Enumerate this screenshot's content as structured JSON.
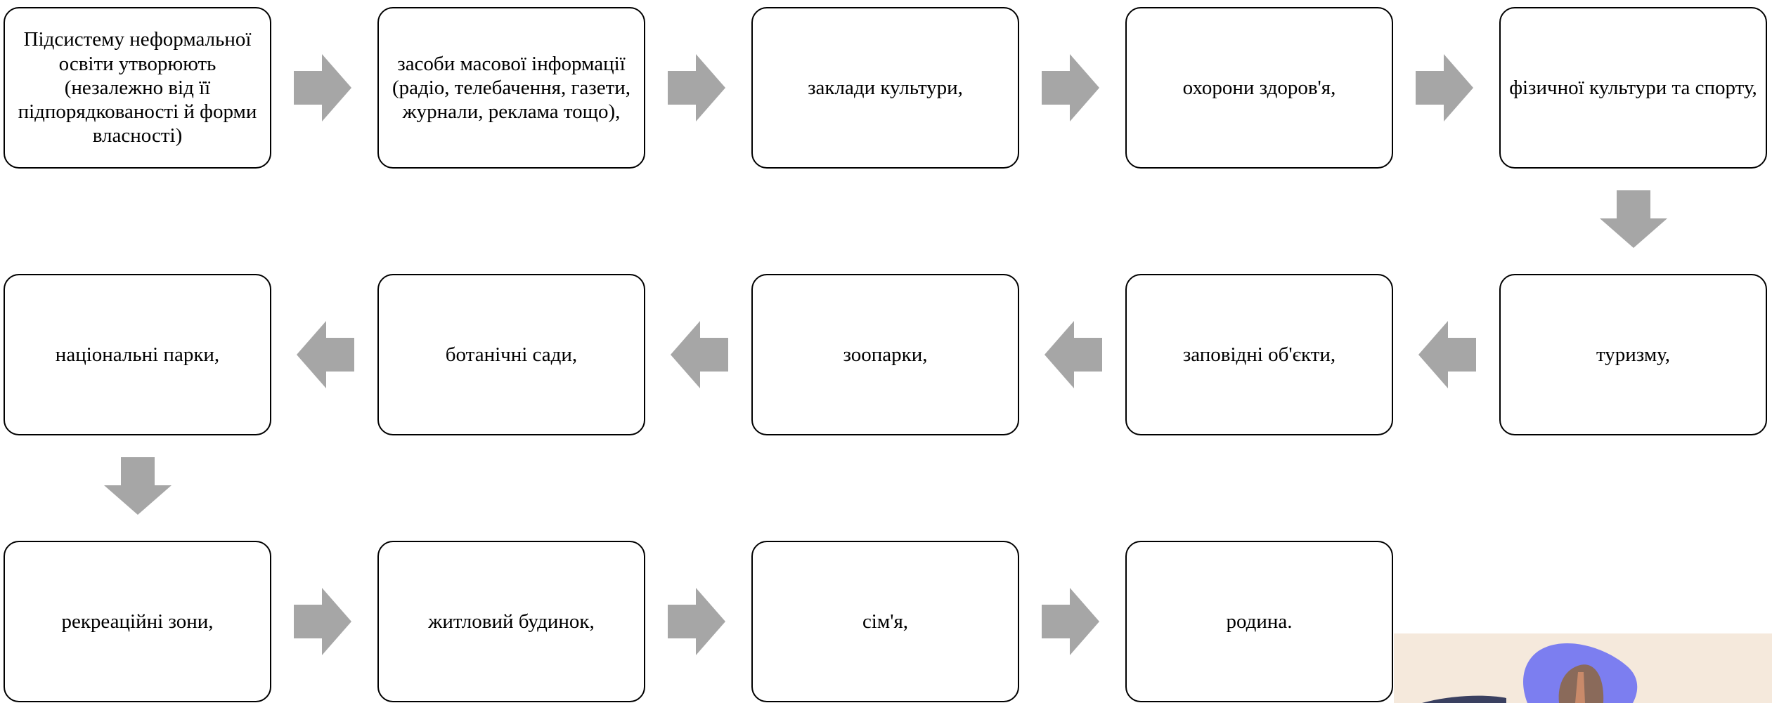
{
  "diagram": {
    "boxes": [
      {
        "id": "b1",
        "text": "Підсистему неформальної освіти утворюють (незалежно від її підпорядкованості й форми власності)"
      },
      {
        "id": "b2",
        "text": "засоби масової інформації (радіо, телебачення, газети, журнали, реклама тощо),"
      },
      {
        "id": "b3",
        "text": "заклади культури,"
      },
      {
        "id": "b4",
        "text": "охорони здоров'я,"
      },
      {
        "id": "b5",
        "text": "фізичної культури та спорту,"
      },
      {
        "id": "b6",
        "text": "туризму,"
      },
      {
        "id": "b7",
        "text": "заповідні об'єкти,"
      },
      {
        "id": "b8",
        "text": "зоопарки,"
      },
      {
        "id": "b9",
        "text": "ботанічні сади,"
      },
      {
        "id": "b10",
        "text": "національні парки,"
      },
      {
        "id": "b11",
        "text": "рекреаційні зони,"
      },
      {
        "id": "b12",
        "text": "житловий будинок,"
      },
      {
        "id": "b13",
        "text": "сім'я,"
      },
      {
        "id": "b14",
        "text": "родина."
      }
    ],
    "arrow_color": "#a6a6a6",
    "box_border_color": "#000000"
  }
}
